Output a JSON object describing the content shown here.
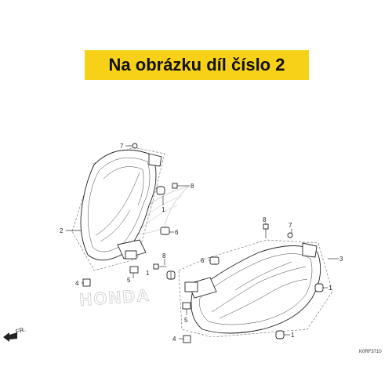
{
  "banner": {
    "text": "Na obrázku díl číslo 2",
    "color": "#f7d117"
  },
  "watermark": {
    "text": "HONDA"
  },
  "direction": {
    "label": "FR."
  },
  "diagram_code": "K0RF3710",
  "callouts": {
    "c7a": "7",
    "c8a": "8",
    "c2": "2",
    "c1a": "1",
    "c6a": "6",
    "c8b": "8",
    "c1b": "1",
    "c4": "4",
    "c5a": "5",
    "c5b": "5",
    "c8c": "8",
    "c7b": "7",
    "c3": "3",
    "c6b": "6",
    "c1c": "1",
    "c4b": "4",
    "c1d": "1"
  }
}
